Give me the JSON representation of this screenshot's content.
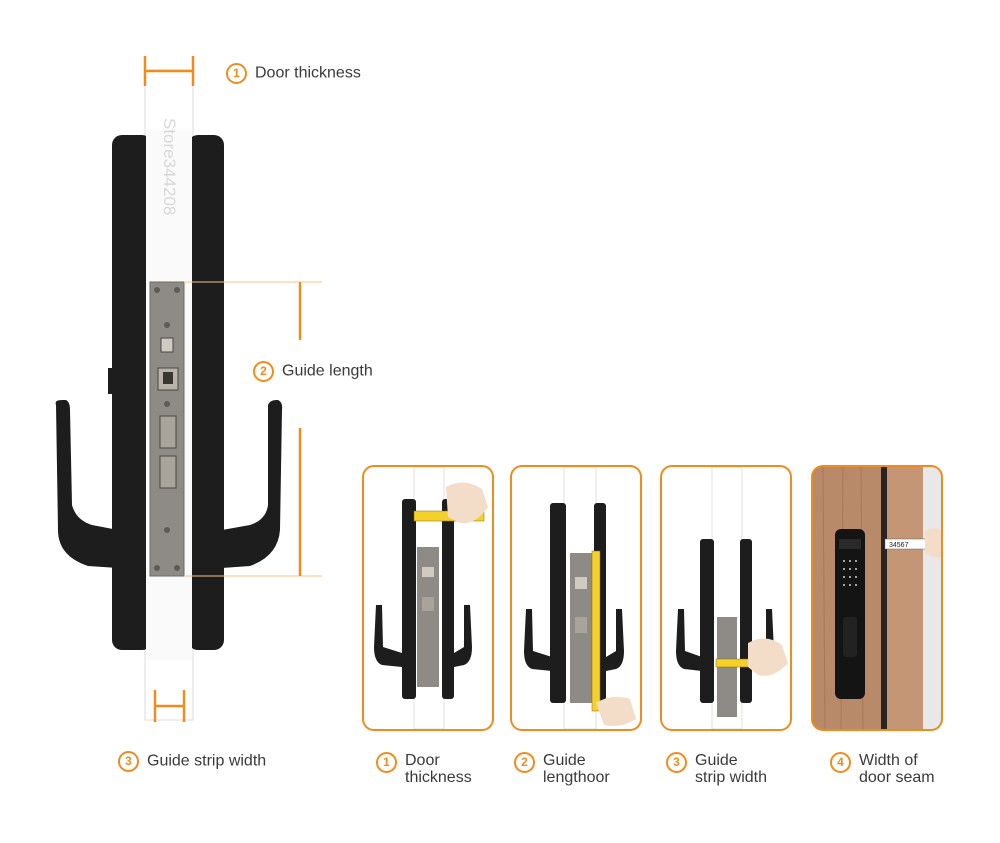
{
  "watermark": "Store344208",
  "main_labels": [
    {
      "num": "1",
      "text": "Door thickness"
    },
    {
      "num": "2",
      "text": "Guide length"
    },
    {
      "num": "3",
      "text": "Guide strip width"
    }
  ],
  "captions": [
    {
      "num": "1",
      "line1": "Door",
      "line2": "thickness"
    },
    {
      "num": "2",
      "line1": "Guide",
      "line2": "lengthoor"
    },
    {
      "num": "3",
      "line1": "Guide",
      "line2": "strip width"
    },
    {
      "num": "4",
      "line1": "Width of",
      "line2": "door seam"
    }
  ],
  "tape_text": "34567",
  "colors": {
    "accent": "#f08c1e",
    "lock": "#1d1d1d",
    "plate": "#8e8b86",
    "wood": "#b88a6a"
  }
}
